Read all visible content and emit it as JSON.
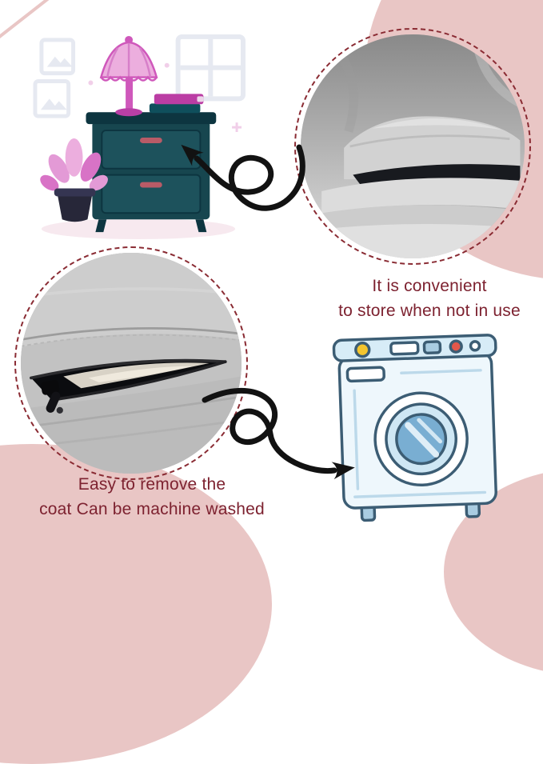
{
  "colors": {
    "blob-pink": "#e9c6c5",
    "maroon": "#7d2230",
    "dash-red": "#8a2b33",
    "arrow-black": "#121212",
    "nightstand-teal": "#17464f",
    "lamp-pink": "#ecaede",
    "machine-outline-blue": "#3c5d74",
    "machine-knob-yellow": "#f4c52e",
    "machine-button-red": "#e2574b"
  },
  "captions": {
    "store": {
      "line1": "It is convenient",
      "line2": "to store when not in use"
    },
    "wash": {
      "line1": "Easy to remove the",
      "line2": "coat Can be machine washed"
    }
  },
  "illustrations": {
    "nightstand_scene": "nightstand-with-lamp-books-plant-window-illustration",
    "folded_blanket_photo": "round-photo-folded-grey-blanket-with-black-trim",
    "zipper_photo": "round-photo-zipper-opened-on-grey-cover",
    "washing_machine": "cartoon-front-load-washing-machine-illustration",
    "arrow_top": "black-curly-arrow-pointing-to-nightstand",
    "arrow_bottom": "black-curly-arrow-pointing-to-washing-machine"
  }
}
